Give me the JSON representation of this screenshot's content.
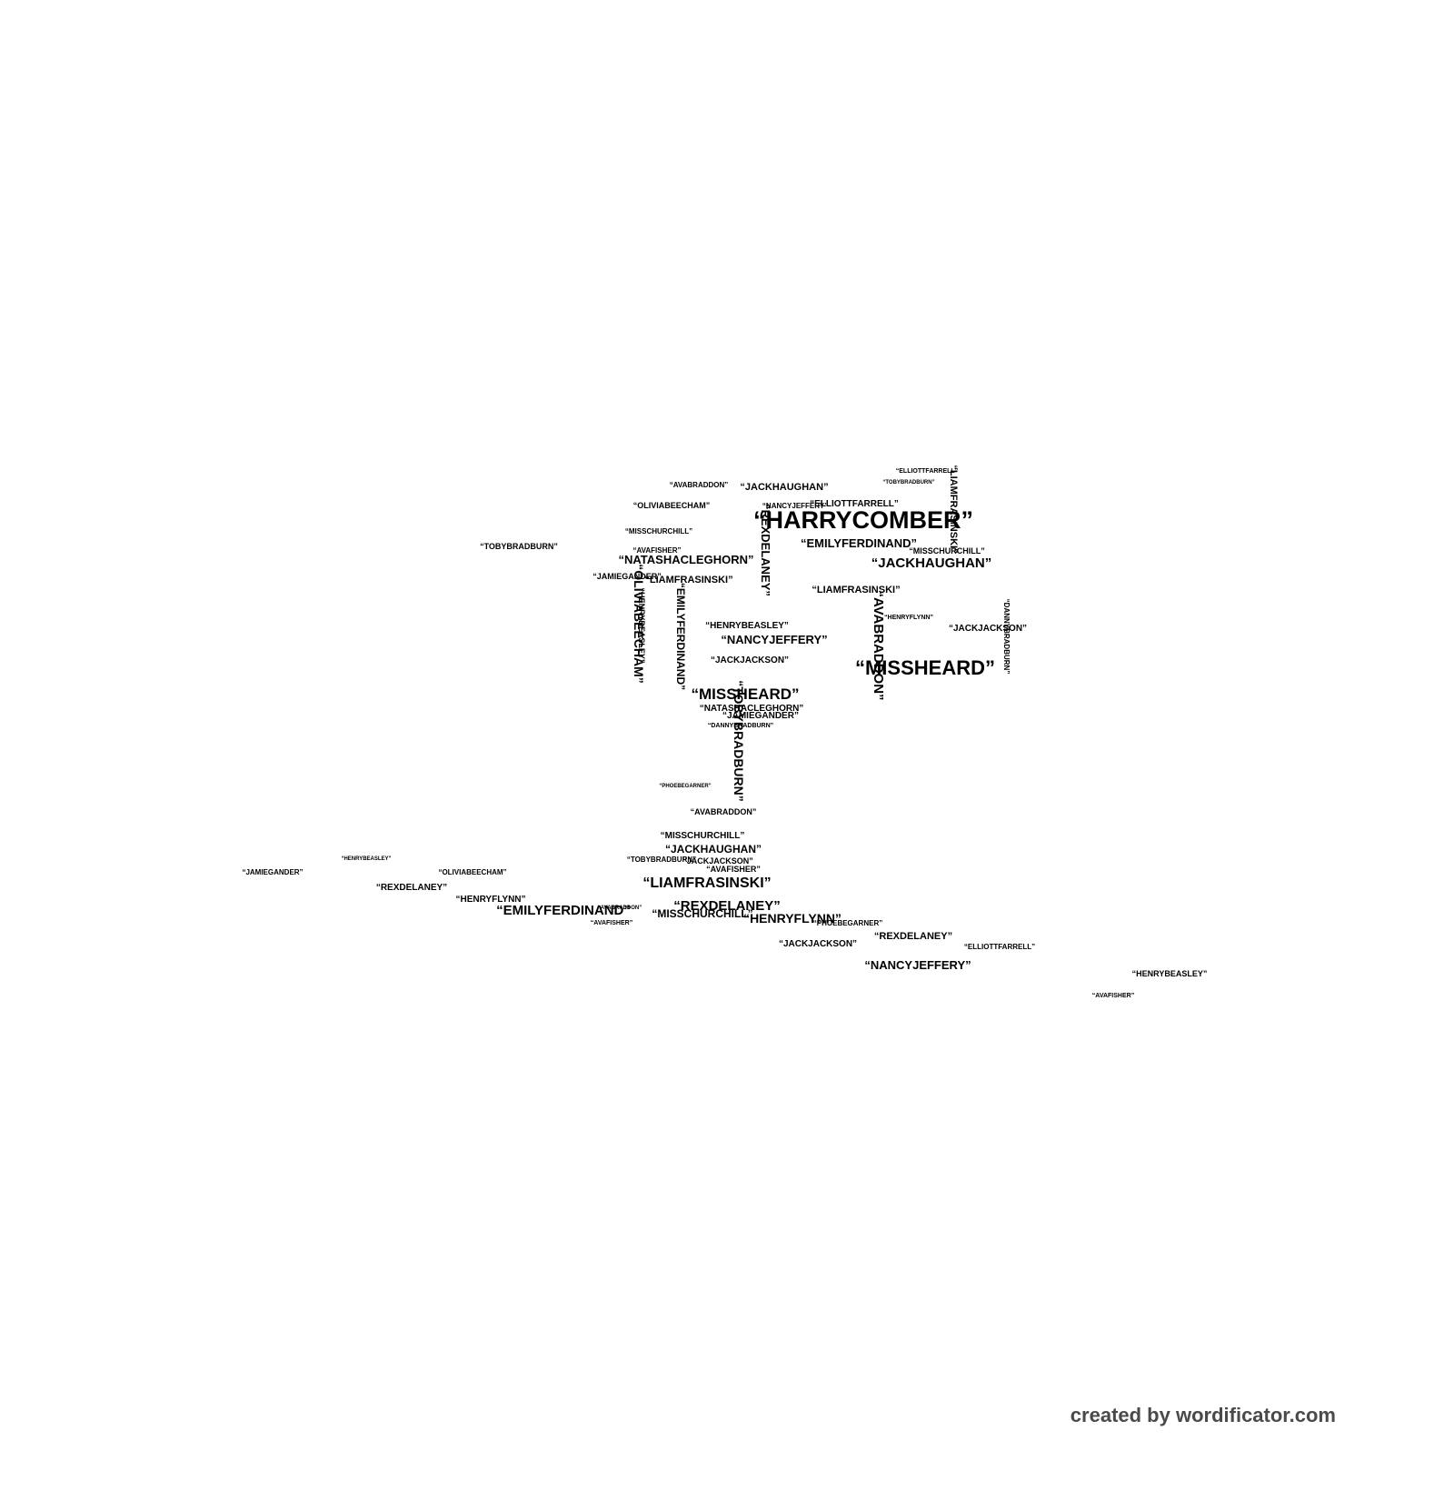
{
  "words": [
    "“HARRYCOMBER”",
    "“MISSHEARD”",
    "“JACKHAUGHAN”",
    "“EMILYFERDINAND”",
    "“NATASHACLEGHORN”",
    "“LIAMFRASINSKI”",
    "“REXDELANEY”",
    "“NANCYJEFFERY”",
    "“HENRYFLYNN”",
    "“MISSCHURCHILL”",
    "“TOBYBRADBURN”",
    "“AVABRADDON”",
    "“OLIVIABEECHAM”",
    "“HENRYBEASLEY”",
    "“JACKJACKSON”",
    "“JAMIEGANDER”",
    "“AVAFISHER”",
    "“ELLIOTTFARRELL”",
    "“PHOEBEGARNER”",
    "“DANNYBRADBURN”"
  ],
  "credit": "created by wordificator.com"
}
